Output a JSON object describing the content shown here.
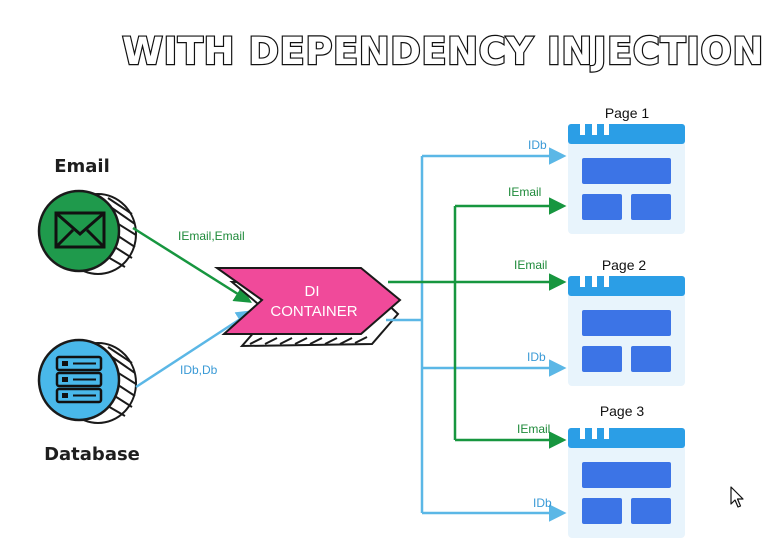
{
  "title": "WITH DEPENDENCY INJECTION",
  "sources": {
    "email": {
      "label": "Email",
      "icon": "envelope-icon"
    },
    "database": {
      "label": "Database",
      "icon": "server-icon"
    }
  },
  "di_container": {
    "line1": "DI",
    "line2": "CONTAINER"
  },
  "connections": {
    "email_in": "IEmail,Email",
    "db_in": "IDb,Db"
  },
  "pages": [
    {
      "label": "Page 1",
      "top_in": "IDb",
      "bottom_in": "IEmail"
    },
    {
      "label": "Page 2",
      "top_in": "IEmail",
      "bottom_in": "IDb"
    },
    {
      "label": "Page 3",
      "top_in": "IEmail",
      "bottom_in": "IDb"
    }
  ],
  "colors": {
    "email_line": "#17963f",
    "db_line": "#5bb7e6",
    "di_fill": "#f04a9a",
    "page_header": "#2b9ee6",
    "page_block": "#3c74e6",
    "page_bg": "#e8f4fc",
    "email_circle": "#1f9a4c",
    "db_circle": "#49b8ea"
  }
}
